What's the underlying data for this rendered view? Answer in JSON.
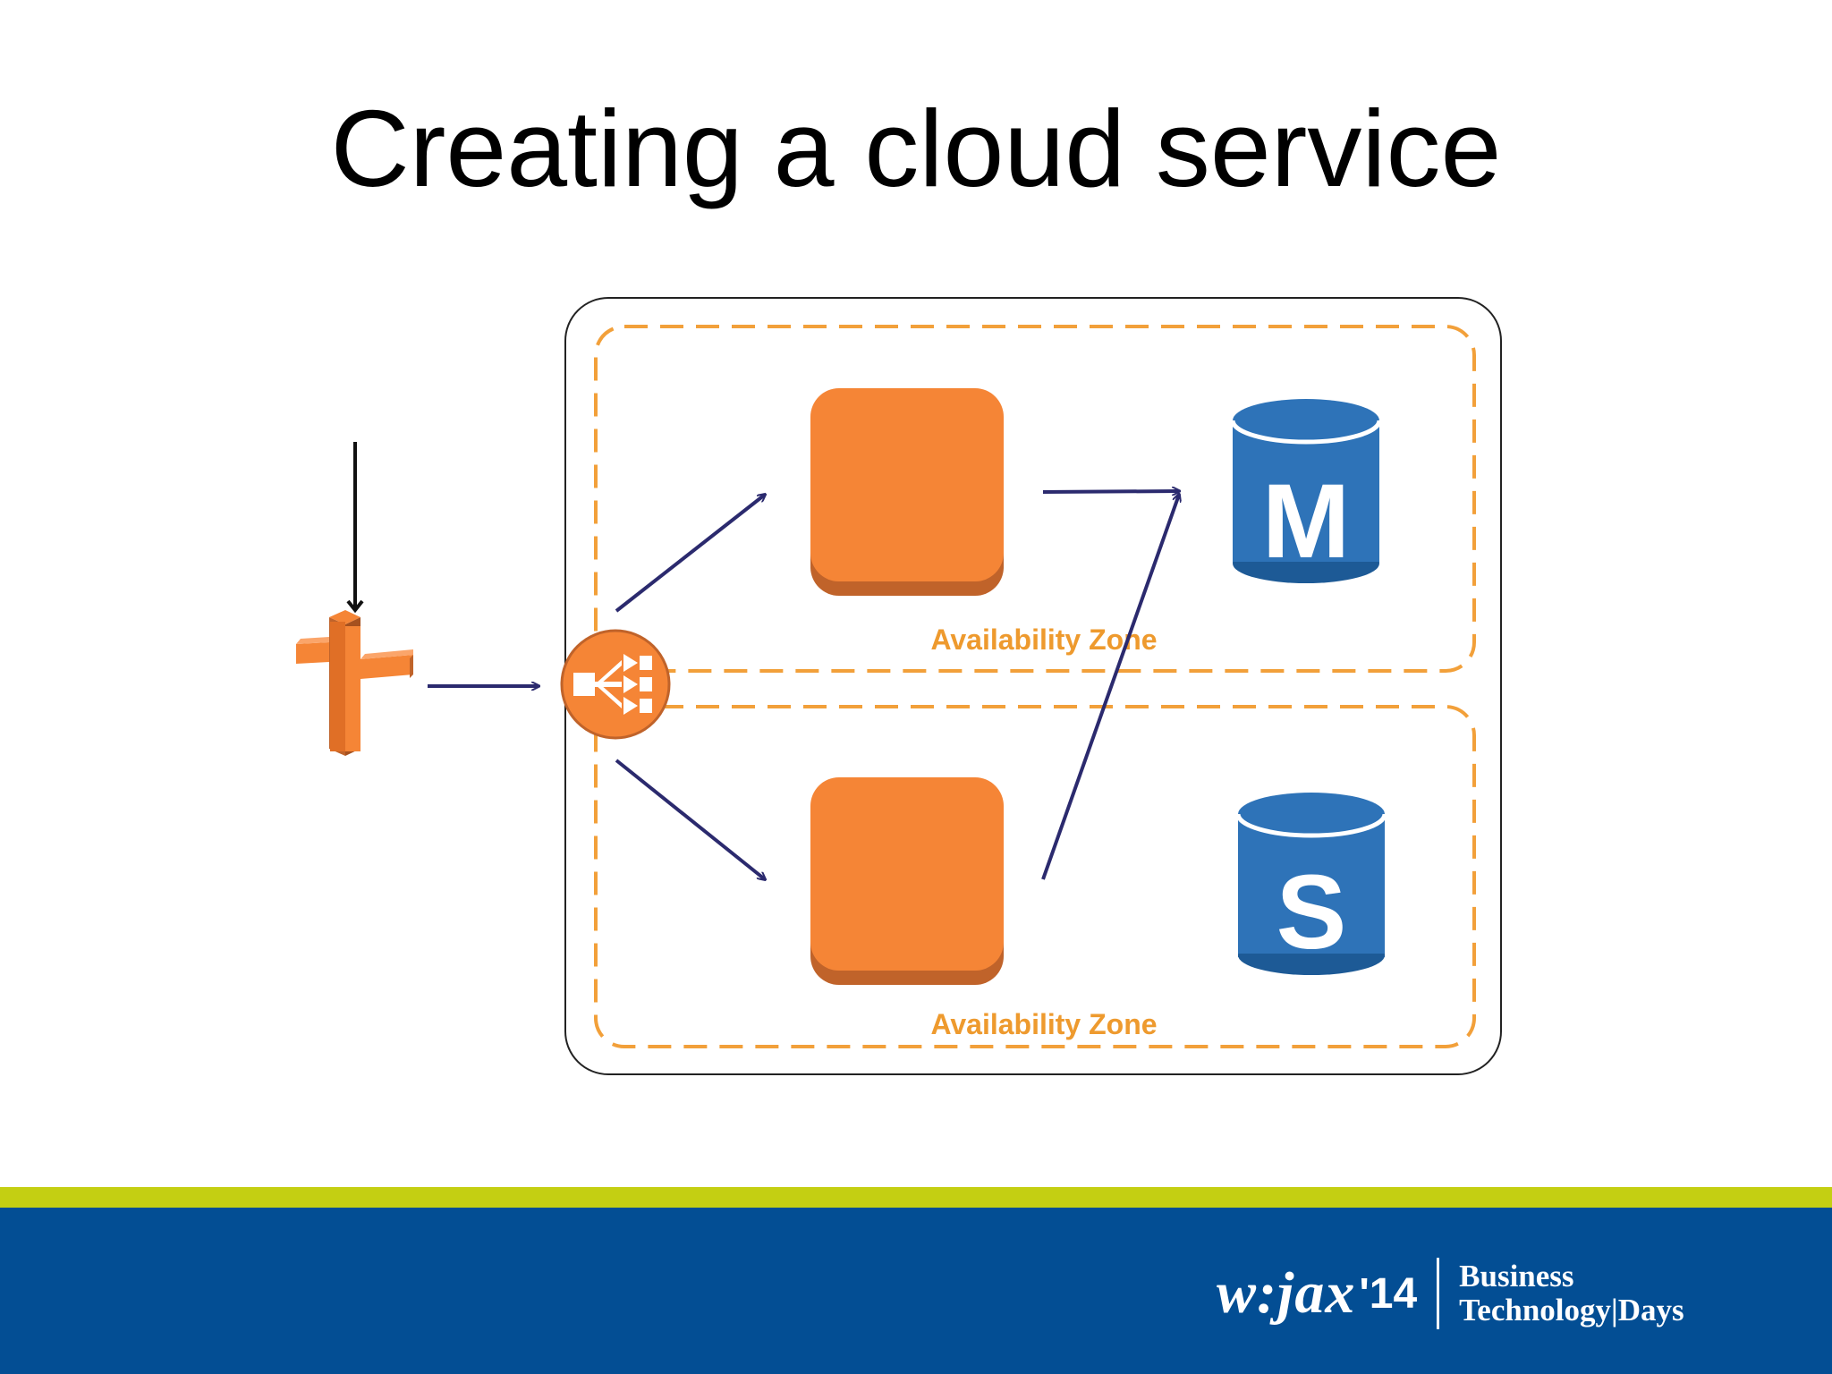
{
  "slide": {
    "title": "Creating a cloud service"
  },
  "diagram": {
    "zones": [
      {
        "label": "Availability Zone"
      },
      {
        "label": "Availability Zone"
      }
    ],
    "databases": [
      {
        "letter": "M"
      },
      {
        "letter": "S"
      }
    ]
  },
  "footer": {
    "logo_main": "w:jax",
    "logo_year": "'14",
    "logo_line1": "Business",
    "logo_line2": "Technology|Days"
  },
  "colors": {
    "orange": "#F58536",
    "orange_dark": "#C0632A",
    "blue_db": "#2E73B8",
    "blue_db_dark": "#1D5A96",
    "arrow": "#2B2A6E",
    "dash": "#F2A03A",
    "zone_label": "#EE9A2E",
    "footer_green": "#C4CF12",
    "footer_blue": "#034E94"
  }
}
